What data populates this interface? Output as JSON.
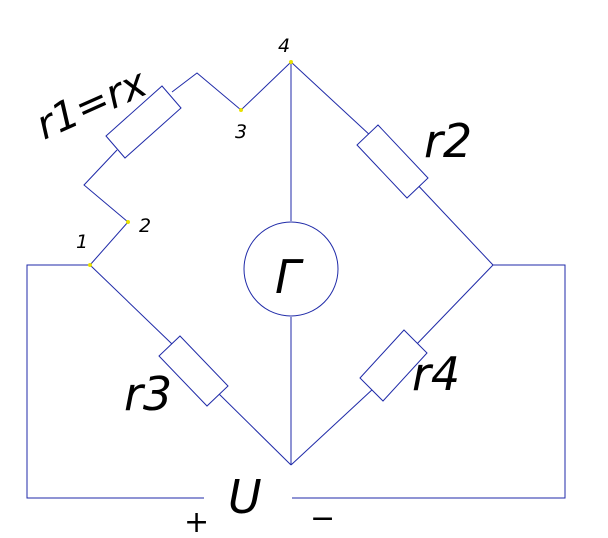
{
  "labels": {
    "r1": "r1=rx",
    "r2": "r2",
    "r3": "r3",
    "r4": "r4",
    "galvanometer": "Г",
    "voltage": "U",
    "plus": "+",
    "minus": "−"
  },
  "nodes": [
    "1",
    "2",
    "3",
    "4"
  ],
  "colors": {
    "wire": "#1f2aa8",
    "node": "#e8e000",
    "text": "#000000"
  }
}
